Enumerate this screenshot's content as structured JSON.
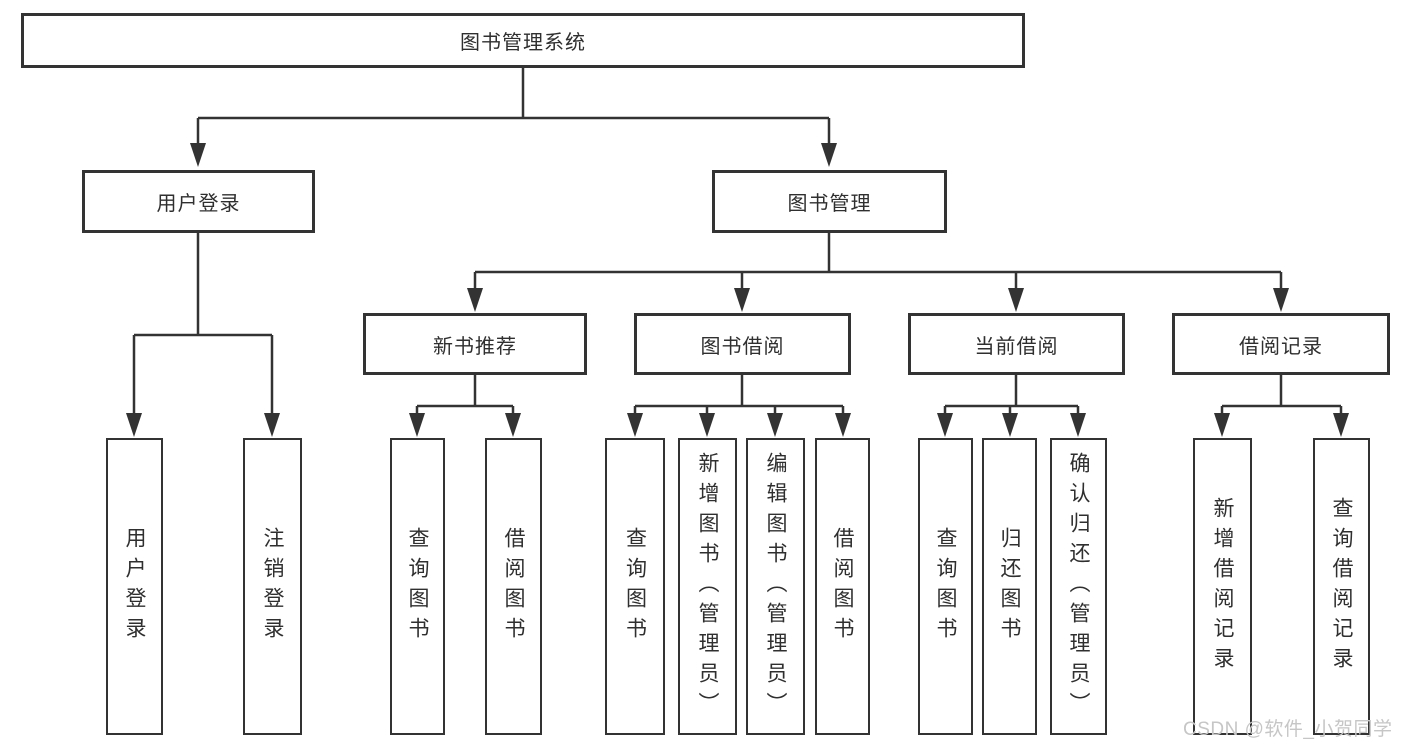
{
  "tree": {
    "root": {
      "label": "图书管理系统"
    },
    "branches": [
      {
        "label": "用户登录",
        "children": [
          {
            "label": "用户登录"
          },
          {
            "label": "注销登录"
          }
        ]
      },
      {
        "label": "图书管理",
        "children": [
          {
            "label": "新书推荐",
            "children": [
              {
                "label": "查询图书"
              },
              {
                "label": "借阅图书"
              }
            ]
          },
          {
            "label": "图书借阅",
            "children": [
              {
                "label": "查询图书"
              },
              {
                "label": "新增图书（管理员）"
              },
              {
                "label": "编辑图书（管理员）"
              },
              {
                "label": "借阅图书"
              }
            ]
          },
          {
            "label": "当前借阅",
            "children": [
              {
                "label": "查询图书"
              },
              {
                "label": "归还图书"
              },
              {
                "label": "确认归还（管理员）"
              }
            ]
          },
          {
            "label": "借阅记录",
            "children": [
              {
                "label": "新增借阅记录"
              },
              {
                "label": "查询借阅记录"
              }
            ]
          }
        ]
      }
    ]
  },
  "watermark": {
    "text": "CSDN @软件_小贺同学"
  },
  "colors": {
    "line": "#333333",
    "text": "#2f2f2f",
    "watermark": "#c6c6c6",
    "background": "#ffffff"
  }
}
